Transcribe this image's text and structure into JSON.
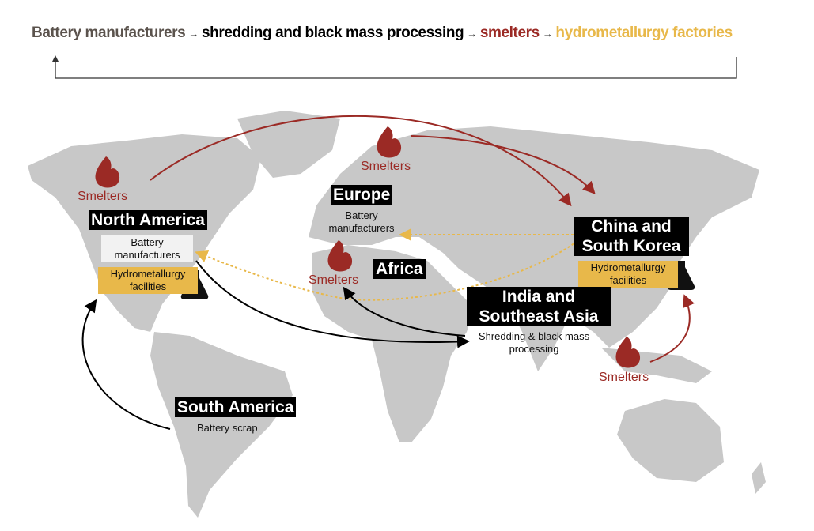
{
  "flow": {
    "steps": [
      "Battery manufacturers",
      "shredding and black mass processing",
      "smelters",
      "hydrometallurgy factories"
    ],
    "arrow": "→"
  },
  "colors": {
    "smelter": "#9b2a25",
    "hydro": "#e8b84a",
    "land": "#c8c8c8",
    "text_gray": "#5b534d"
  },
  "regions": {
    "north_america": {
      "name": "North America",
      "role": "Battery manufacturers",
      "hydro": "Hydrometallurgy facilities",
      "smelters": "Smelters"
    },
    "europe": {
      "name": "Europe",
      "role": "Battery manufacturers",
      "smelters": "Smelters"
    },
    "africa": {
      "name": "Africa",
      "smelters": "Smelters"
    },
    "china_korea": {
      "name": "China and South Korea",
      "hydro": "Hydrometallurgy facilities"
    },
    "india_sea": {
      "name": "India and Southeast Asia",
      "role": "Shredding & black mass processing",
      "smelters": "Smelters"
    },
    "south_america": {
      "name": "South America",
      "role": "Battery scrap"
    }
  }
}
